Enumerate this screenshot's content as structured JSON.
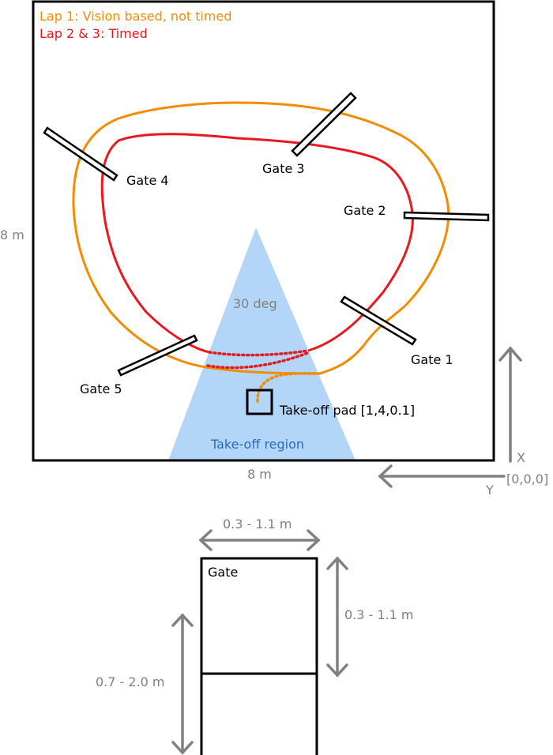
{
  "legend": {
    "lap1": "Lap 1: Vision based, not timed",
    "lap23": "Lap 2 & 3: Timed"
  },
  "arena": {
    "width_label": "8 m",
    "height_label": "8 m"
  },
  "gates": [
    {
      "label": "Gate 1"
    },
    {
      "label": "Gate 2"
    },
    {
      "label": "Gate 3"
    },
    {
      "label": "Gate 4"
    },
    {
      "label": "Gate 5"
    }
  ],
  "takeoff": {
    "angle_label": "30 deg",
    "pad_label": "Take-off pad [1,4,0.1]",
    "region_label": "Take-off region"
  },
  "axes": {
    "x_label": "X",
    "y_label": "Y",
    "origin_label": "[0,0,0]"
  },
  "gate_detail": {
    "title": "Gate",
    "width_label": "0.3 - 1.1 m",
    "height_label": "0.3 - 1.1 m",
    "elevation_label": "0.7 - 2.0 m"
  },
  "colors": {
    "lap1": "#f28c00",
    "lap23": "#e8181e",
    "region": "#b3d5f7",
    "region_text": "#2a6cb5",
    "dimension": "#808080"
  }
}
